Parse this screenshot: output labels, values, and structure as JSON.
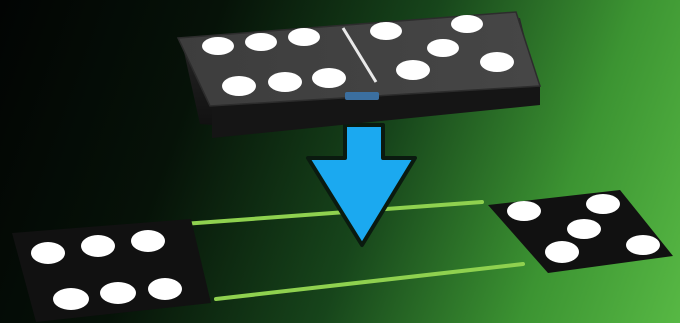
{
  "scene": {
    "description_name": "domino-placement-illustration",
    "colors": {
      "bg_dark": "#020403",
      "bg_light": "#57b844",
      "tile_dark": "#3a3a3a",
      "tile_black": "#111111",
      "pip": "#ffffff",
      "arrow": "#1ba9f0",
      "guide_line": "#8fd14f",
      "center_pin": "#3b6fa0"
    },
    "held_domino": {
      "left_pips": 6,
      "right_pips": 5
    },
    "arrow": {
      "direction": "down",
      "icon": "down-arrow-icon"
    },
    "left_slot_tile": {
      "pips": 6
    },
    "right_slot_tile": {
      "pips": 5
    }
  }
}
